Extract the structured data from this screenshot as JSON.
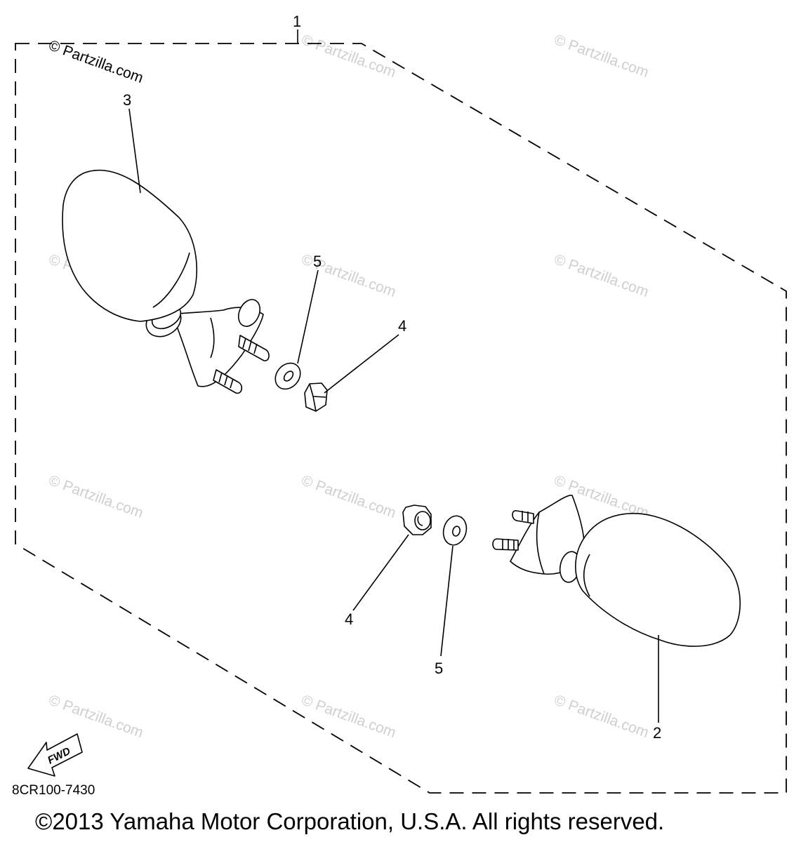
{
  "callouts": [
    {
      "id": "1",
      "label": "1"
    },
    {
      "id": "2",
      "label": "2"
    },
    {
      "id": "3",
      "label": "3"
    },
    {
      "id": "4",
      "label": "4"
    },
    {
      "id": "5",
      "label": "5"
    }
  ],
  "watermark": "© Partzilla.com",
  "fwd_label": "FWD",
  "diagram_code": "8CR100-7430",
  "copyright": "©2013 Yamaha Motor Corporation, U.S.A. All rights reserved."
}
